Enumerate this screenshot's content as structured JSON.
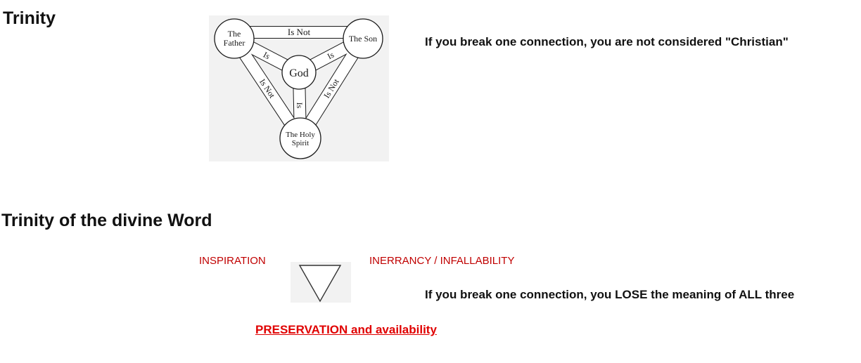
{
  "page": {
    "title": "Trinity",
    "section2_title": "Trinity of the divine Word"
  },
  "trinity_diagram": {
    "god": "God",
    "father_line1": "The",
    "father_line2": "Father",
    "son": "The Son",
    "spirit_line1": "The Holy",
    "spirit_line2": "Spirit",
    "is": "Is",
    "is_not": "Is Not",
    "note": "If you break one connection, you are not considered \"Christian\""
  },
  "word_diagram": {
    "inspiration": "INSPIRATION",
    "inerrancy": "INERRANCY / INFALLABILITY",
    "preservation": "PRESERVATION and availability",
    "note": "If you break one connection, you LOSE the meaning of ALL three",
    "label_color": "#c00000",
    "preservation_color": "#e00000"
  }
}
